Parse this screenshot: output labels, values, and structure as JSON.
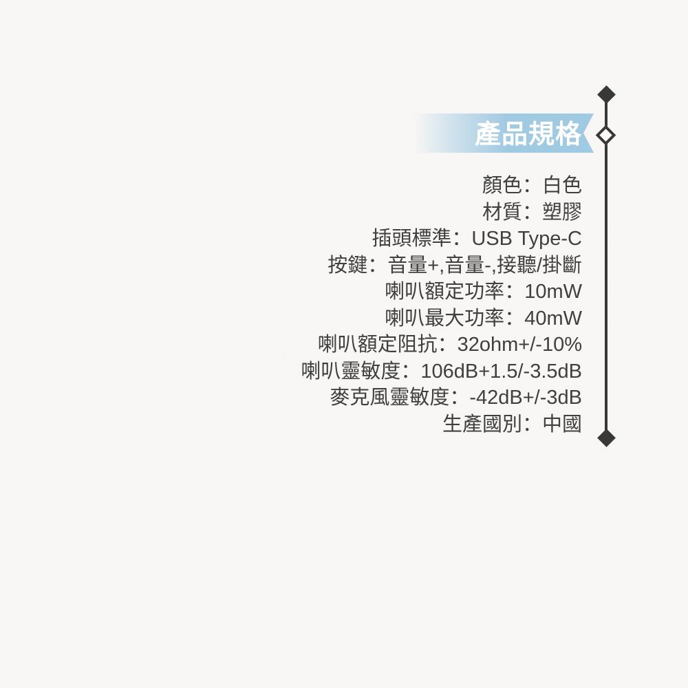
{
  "page": {
    "background_color": "#f9f8f6"
  },
  "header": {
    "title": "產品規格",
    "banner_color": "#a0c9e2",
    "title_color": "#ffffff"
  },
  "decor": {
    "line_color": "#383838",
    "diamond_top": "filled-diamond",
    "diamond_middle": "outline-diamond",
    "diamond_bottom": "filled-diamond"
  },
  "specs": {
    "separator": "：",
    "text_color": "#3f3f3f",
    "items": [
      {
        "label": "顏色",
        "value": "白色"
      },
      {
        "label": "材質",
        "value": "塑膠"
      },
      {
        "label": "插頭標準",
        "value": "USB Type-C"
      },
      {
        "label": "按鍵",
        "value": "音量+,音量-,接聽/掛斷"
      },
      {
        "label": "喇叭額定功率",
        "value": "10mW"
      },
      {
        "label": "喇叭最大功率",
        "value": "40mW"
      },
      {
        "label": "喇叭額定阻抗",
        "value": "32ohm+/-10%"
      },
      {
        "label": "喇叭靈敏度",
        "value": "106dB+1.5/-3.5dB"
      },
      {
        "label": "麥克風靈敏度",
        "value": "-42dB+/-3dB"
      },
      {
        "label": "生產國別",
        "value": "中國"
      }
    ]
  }
}
